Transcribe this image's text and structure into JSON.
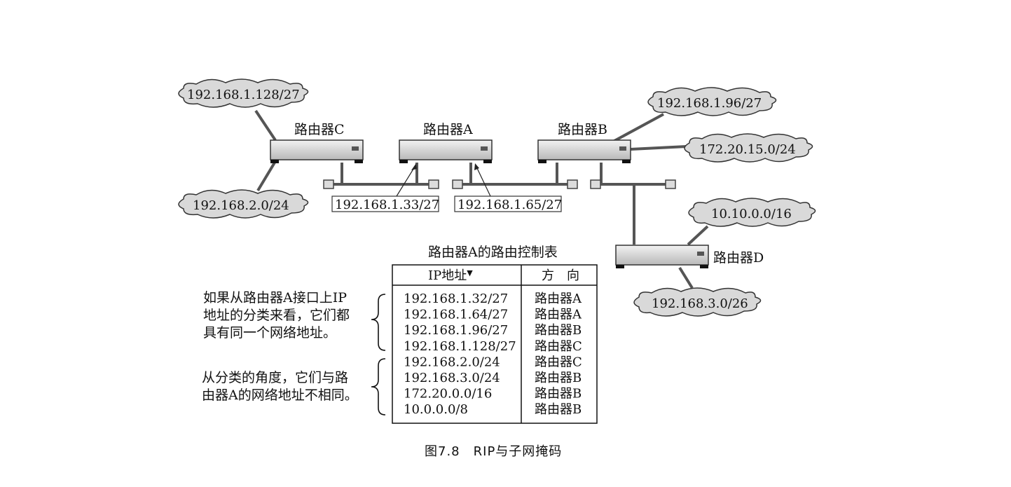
{
  "routers": {
    "a": "路由器A",
    "b": "路由器B",
    "c": "路由器C",
    "d": "路由器D"
  },
  "clouds": {
    "c_top": "192.168.1.128/27",
    "c_bottom": "192.168.2.0/24",
    "b_top": "192.168.1.96/27",
    "b_mid": "172.20.15.0/24",
    "d_top": "10.10.0.0/16",
    "d_bottom": "192.168.3.0/26"
  },
  "interfaces": {
    "left": "192.168.1.33/27",
    "right": "192.168.1.65/27"
  },
  "table": {
    "title": "路由器A的路由控制表",
    "header_ip": "IP地址",
    "header_sort_marker": "▼",
    "header_dir": "方　向",
    "rows": [
      {
        "ip": "192.168.1.32/27",
        "dir": "路由器A"
      },
      {
        "ip": "192.168.1.64/27",
        "dir": "路由器A"
      },
      {
        "ip": "192.168.1.96/27",
        "dir": "路由器B"
      },
      {
        "ip": "192.168.1.128/27",
        "dir": "路由器C"
      },
      {
        "ip": "192.168.2.0/24",
        "dir": "路由器C"
      },
      {
        "ip": "192.168.3.0/24",
        "dir": "路由器B"
      },
      {
        "ip": "172.20.0.0/16",
        "dir": "路由器B"
      },
      {
        "ip": "10.0.0.0/8",
        "dir": "路由器B"
      }
    ]
  },
  "notes": {
    "same": [
      "如果从路由器A接口上IP",
      "地址的分类来看，它们都",
      "具有同一个网络地址。"
    ],
    "different": [
      "从分类的角度，它们与路",
      "由器A的网络地址不相同。"
    ]
  },
  "caption": "图7.8　RIP与子网掩码"
}
